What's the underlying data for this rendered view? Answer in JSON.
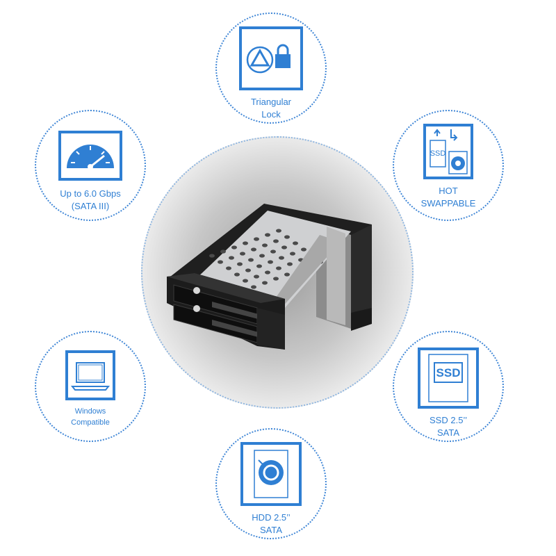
{
  "features": {
    "triangular_lock": {
      "line1": "Triangular",
      "line2": "Lock",
      "icon": "triangle-lock-icon"
    },
    "hot_swappable": {
      "line1": "HOT",
      "line2": "SWAPPABLE",
      "icon": "hot-swap-icon",
      "icon_text": "SSD"
    },
    "speed": {
      "line1": "Up to 6.0 Gbps",
      "line2": "(SATA III)",
      "icon": "speedometer-icon"
    },
    "ssd": {
      "line1": "SSD 2.5’’",
      "line2": "SATA",
      "icon": "ssd-icon",
      "icon_text": "SSD"
    },
    "windows": {
      "line1": "Windows",
      "line2": "Compatible",
      "icon": "laptop-icon"
    },
    "hdd": {
      "line1": "HDD 2.5’’",
      "line2": "SATA",
      "icon": "hdd-icon"
    }
  },
  "colors": {
    "accent": "#2f7fd3",
    "dotted_border": "#3f86d6"
  },
  "product": {
    "icon": "drive-enclosure-image"
  }
}
